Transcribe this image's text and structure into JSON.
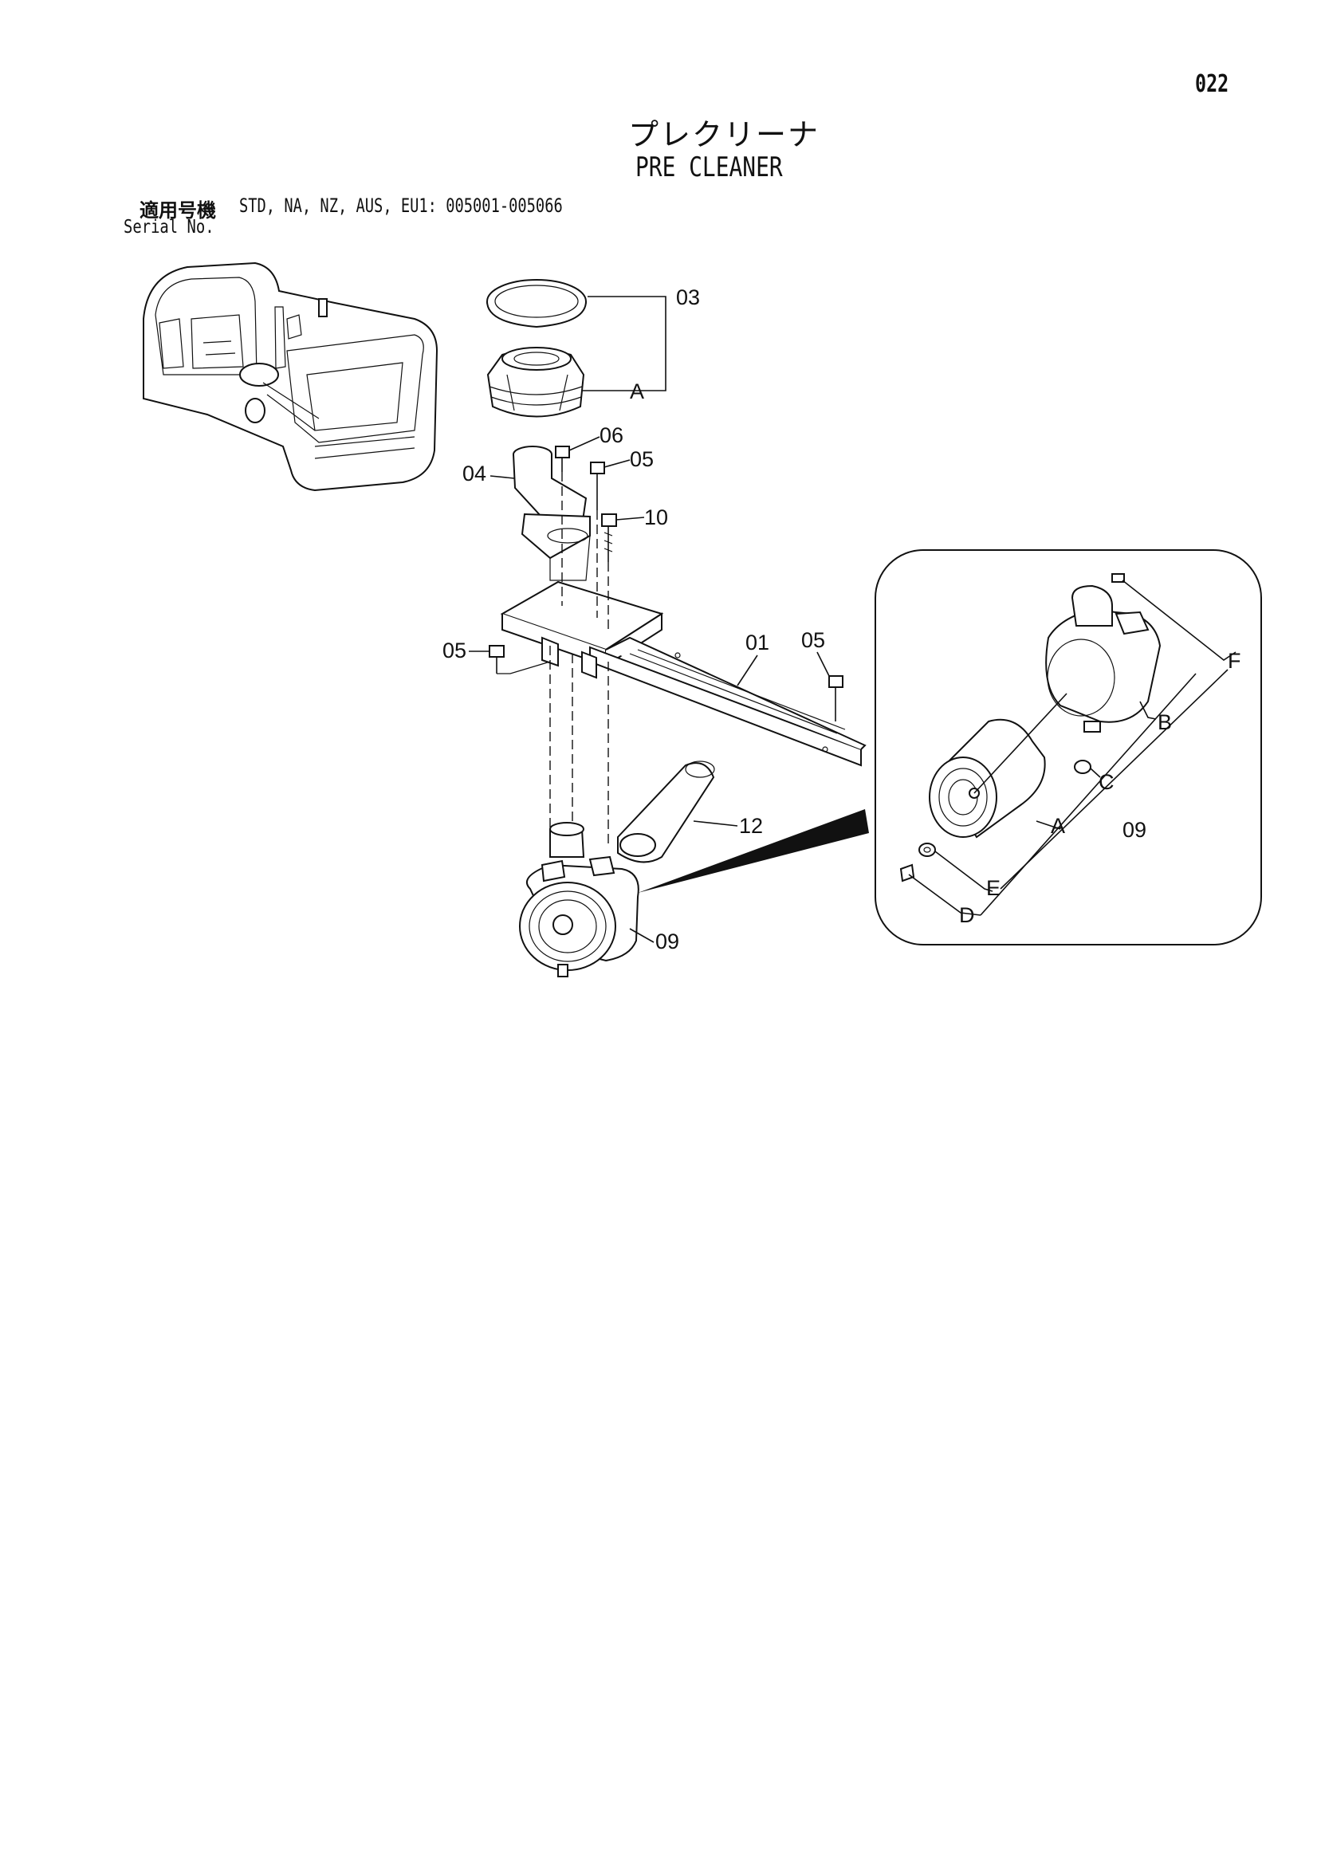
{
  "page_number": "022",
  "title_jp": "プレクリーナ",
  "title_en": "PRE CLEANER",
  "serial": {
    "label_jp": "適用号機",
    "label_en": "Serial No.",
    "range": "STD, NA, NZ, AUS, EU1: 005001-005066"
  },
  "callouts": {
    "p03": "03",
    "pA": "A",
    "p06": "06",
    "p05a": "05",
    "p04": "04",
    "p10": "10",
    "p05b": "05",
    "p01": "01",
    "p05c": "05",
    "p12": "12",
    "p09": "09"
  },
  "detail_callouts": {
    "F": "F",
    "B": "B",
    "C": "C",
    "A": "A",
    "p09": "09",
    "E": "E",
    "D": "D"
  }
}
